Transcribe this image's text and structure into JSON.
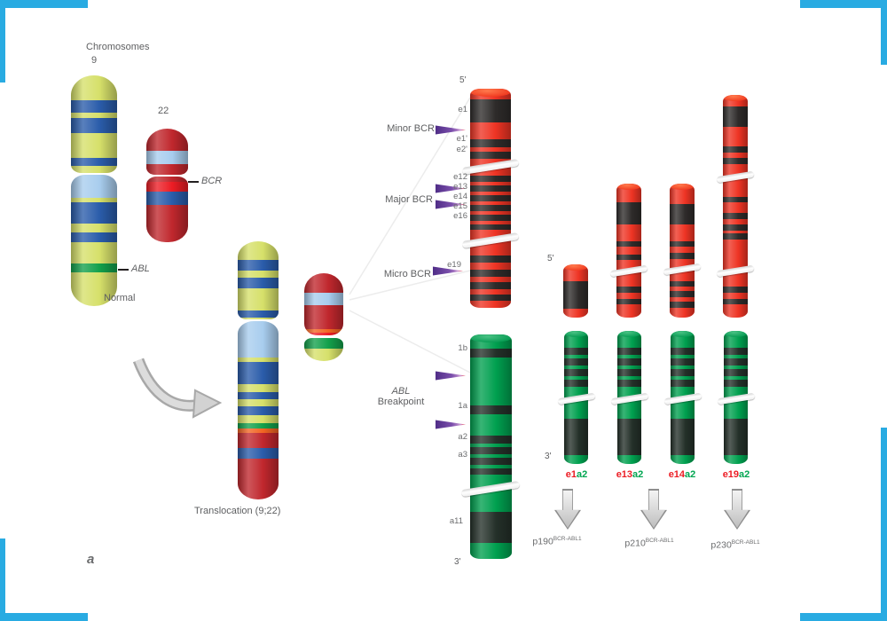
{
  "frame": {
    "accent_color": "#29ABE2"
  },
  "panel_mark": "a",
  "left_panel": {
    "title": "Chromosomes",
    "chr9_number": "9",
    "chr22_number": "22",
    "bcr_pointer": "BCR",
    "abl_pointer": "ABL",
    "normal_caption": "Normal",
    "translocation_caption": "Translocation (9;22)"
  },
  "bcr_gene": {
    "five_prime": "5'",
    "minor_bcr": "Minor BCR",
    "major_bcr": "Major BCR",
    "micro_bcr": "Micro BCR",
    "exon_labels": {
      "e1": "e1",
      "e1p": "e1'",
      "e2p": "e2'",
      "e12": "e12",
      "e13": "e13",
      "e14": "e14",
      "e15": "e15",
      "e16": "e16",
      "e19": "e19"
    }
  },
  "abl_gene": {
    "breakpoint_line1": "ABL",
    "breakpoint_line2": "Breakpoint",
    "three_prime": "3'",
    "exon_labels": {
      "x1b": "1b",
      "x1a": "1a",
      "a2": "a2",
      "a3": "a3",
      "a11": "a11"
    }
  },
  "transcripts": {
    "five_prime": "5'",
    "three_prime": "3'",
    "items": [
      {
        "bcr_part": "e1",
        "abl_part": "a2"
      },
      {
        "bcr_part": "e13",
        "abl_part": "a2"
      },
      {
        "bcr_part": "e14",
        "abl_part": "a2"
      },
      {
        "bcr_part": "e19",
        "abl_part": "a2"
      }
    ],
    "proteins": [
      {
        "base": "p190",
        "sup": "BCR-ABL1"
      },
      {
        "base": "p210",
        "sup": "BCR-ABL1"
      },
      {
        "base": "p230",
        "sup": "BCR-ABL1"
      }
    ]
  },
  "colors": {
    "bcr_red": "#EE3424",
    "abl_green": "#00A04F",
    "band_dark": "#2E2B2A",
    "chromosome_yellow": "#D6E06A",
    "chromosome_blue": "#2A5CAA",
    "chromosome_lightblue": "#A8CDEE",
    "chromosome_red": "#C0272D",
    "bcr_band_red": "#EC1C24",
    "abl_band_green": "#13A04B",
    "breakpoint_purple": "#4F2D87",
    "label_gray": "#5E5F61",
    "transcript_bcr_text": "#EC1C24",
    "transcript_abl_text": "#00A651"
  }
}
